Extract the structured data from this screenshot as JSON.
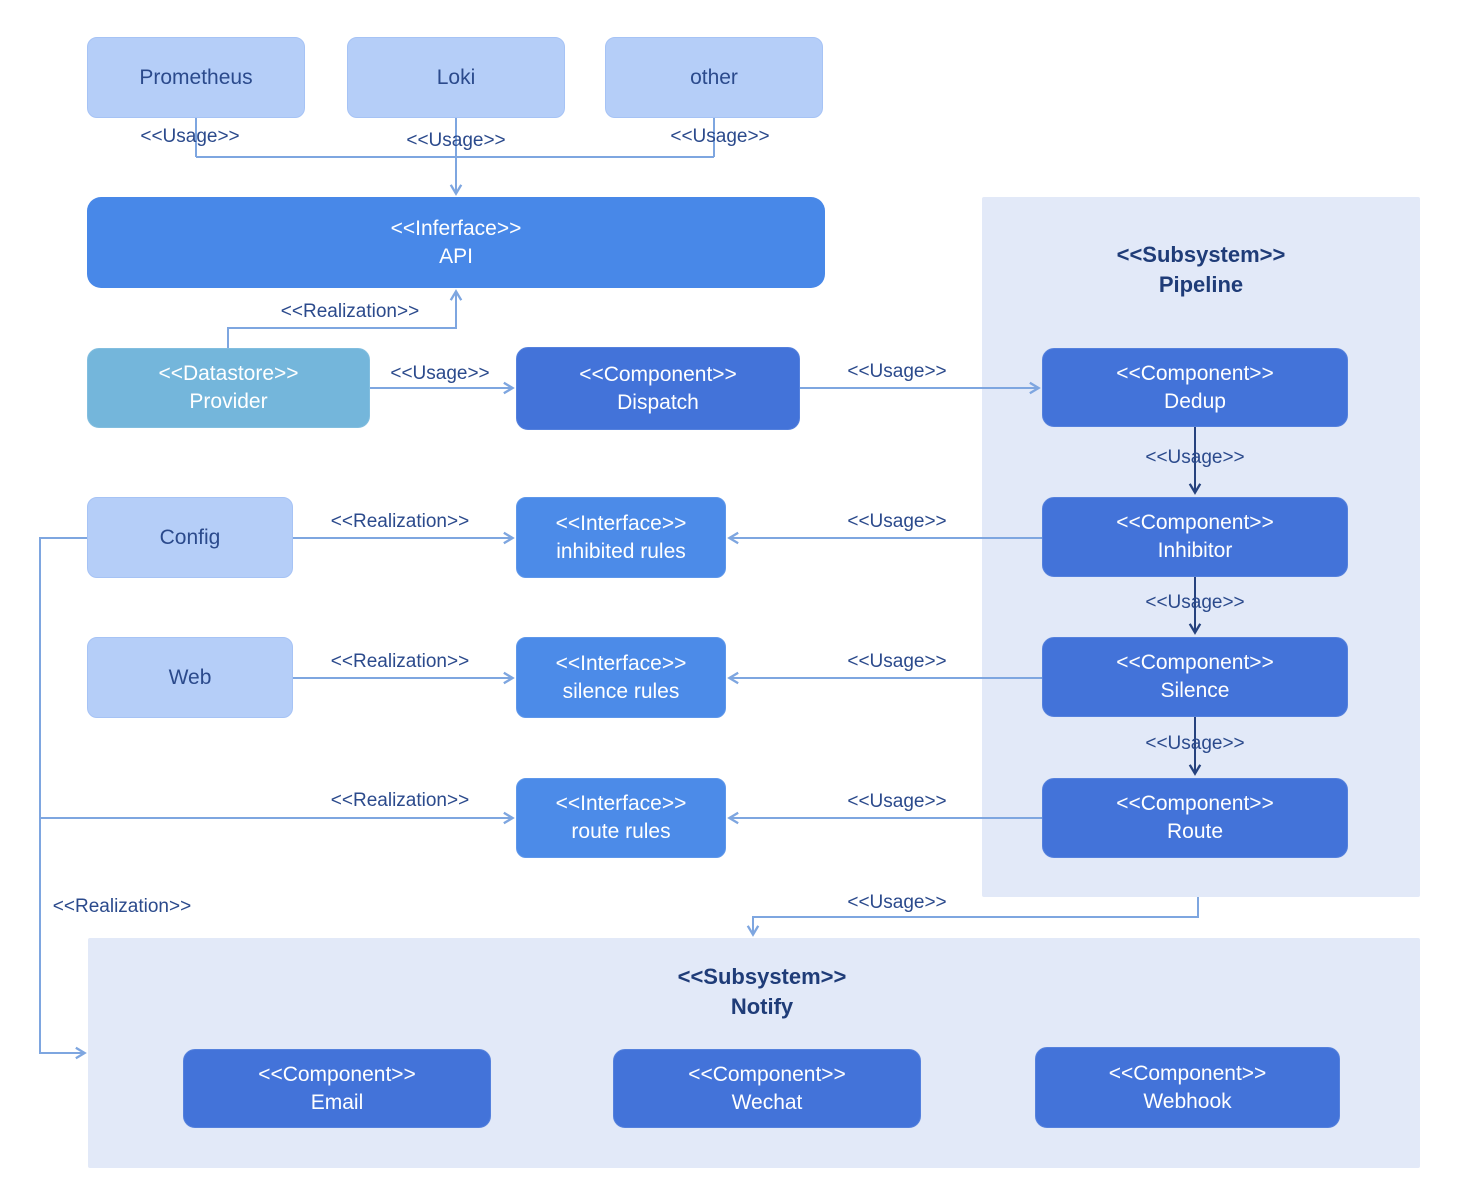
{
  "nodes": {
    "prometheus": {
      "label": "Prometheus"
    },
    "loki": {
      "label": "Loki"
    },
    "other": {
      "label": "other"
    },
    "api": {
      "stereotype": "<<Inferface>>",
      "name": "API"
    },
    "provider": {
      "stereotype": "<<Datastore>>",
      "name": "Provider"
    },
    "dispatch": {
      "stereotype": "<<Component>>",
      "name": "Dispatch"
    },
    "config": {
      "label": "Config"
    },
    "web": {
      "label": "Web"
    },
    "inhibited_rules": {
      "stereotype": "<<Interface>>",
      "name": "inhibited rules"
    },
    "silence_rules": {
      "stereotype": "<<Interface>>",
      "name": "silence rules"
    },
    "route_rules": {
      "stereotype": "<<Interface>>",
      "name": "route rules"
    },
    "pipeline": {
      "stereotype": "<<Subsystem>>",
      "name": "Pipeline"
    },
    "dedup": {
      "stereotype": "<<Component>>",
      "name": "Dedup"
    },
    "inhibitor": {
      "stereotype": "<<Component>>",
      "name": "Inhibitor"
    },
    "silence": {
      "stereotype": "<<Component>>",
      "name": "Silence"
    },
    "route": {
      "stereotype": "<<Component>>",
      "name": "Route"
    },
    "notify": {
      "stereotype": "<<Subsystem>>",
      "name": "Notify"
    },
    "email": {
      "stereotype": "<<Component>>",
      "name": "Email"
    },
    "wechat": {
      "stereotype": "<<Component>>",
      "name": "Wechat"
    },
    "webhook": {
      "stereotype": "<<Component>>",
      "name": "Webhook"
    }
  },
  "labels": {
    "usage": "<<Usage>>",
    "realization": "<<Realization>>"
  },
  "palette": {
    "external_fill": "#B5CEF8",
    "api_fill": "#4888E8",
    "interface_fill": "#4C8BE8",
    "component_fill": "#4373D9",
    "datastore_fill": "#74B6DB",
    "subsystem_fill": "#E2E9F8",
    "edge_light": "#7EA6E0",
    "edge_dark": "#26427E",
    "text_navy": "#2B4A8C",
    "text_white": "#FFFFFF"
  }
}
